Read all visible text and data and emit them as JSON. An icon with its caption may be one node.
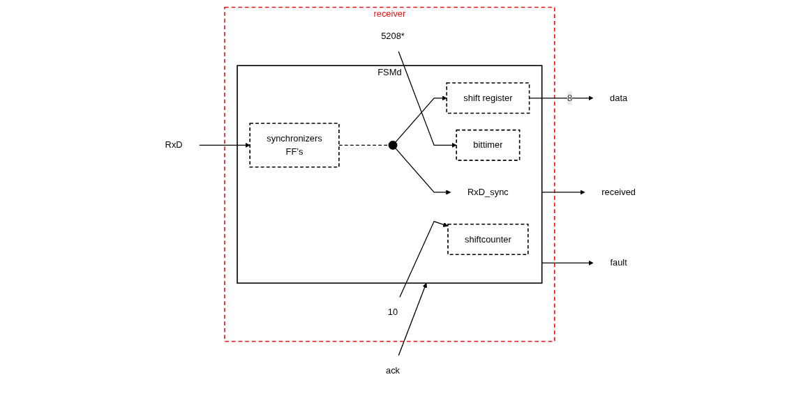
{
  "diagram": {
    "nodes": [
      {
        "text": [
          "receiver"
        ]
      },
      {
        "text": [
          "10"
        ],
        "in": 0
      },
      {
        "text": [
          "5208*"
        ],
        "in": 0
      },
      {
        "text": [
          "FSMd"
        ],
        "in": 0
      },
      {
        "text": [
          "shiftcounter"
        ],
        "in": 3
      },
      {
        "text": [
          "bittimer"
        ],
        "in": 3
      },
      {
        "text": [
          "ack"
        ]
      },
      {
        "text": [
          "received"
        ]
      },
      {
        "text": [
          "fault"
        ]
      },
      {
        "text": [
          "RxD_sync"
        ],
        "in": 3
      },
      {
        "text": [
          "shift register"
        ],
        "in": 3
      },
      {
        "text": [],
        "shape": "circle",
        "in": 3
      },
      {
        "text": [
          "synchronizers",
          "FF’s"
        ],
        "in": 3
      },
      {
        "text": [
          "RxD"
        ]
      },
      {
        "text": [
          "data"
        ]
      }
    ],
    "edges": [
      {
        "from": 1,
        "to": 4,
        "arrow": "to"
      },
      {
        "from": 2,
        "to": 5,
        "arrow": "to"
      },
      {
        "from": 6,
        "to": 3,
        "arrow": "to"
      },
      {
        "from": 3,
        "to": 7,
        "arrow": "to"
      },
      {
        "from": 3,
        "to": 8,
        "arrow": "to"
      },
      {
        "from": 13,
        "to": 12,
        "arrow": "to"
      },
      {
        "from": 12,
        "to": 11,
        "arrow": "none",
        "style": "dashed"
      },
      {
        "from": 11,
        "to": 10,
        "arrow": "to"
      },
      {
        "from": 11,
        "to": 9,
        "arrow": "to"
      },
      {
        "from": 10,
        "to": 14,
        "label": "8",
        "arrow": "to"
      }
    ]
  }
}
